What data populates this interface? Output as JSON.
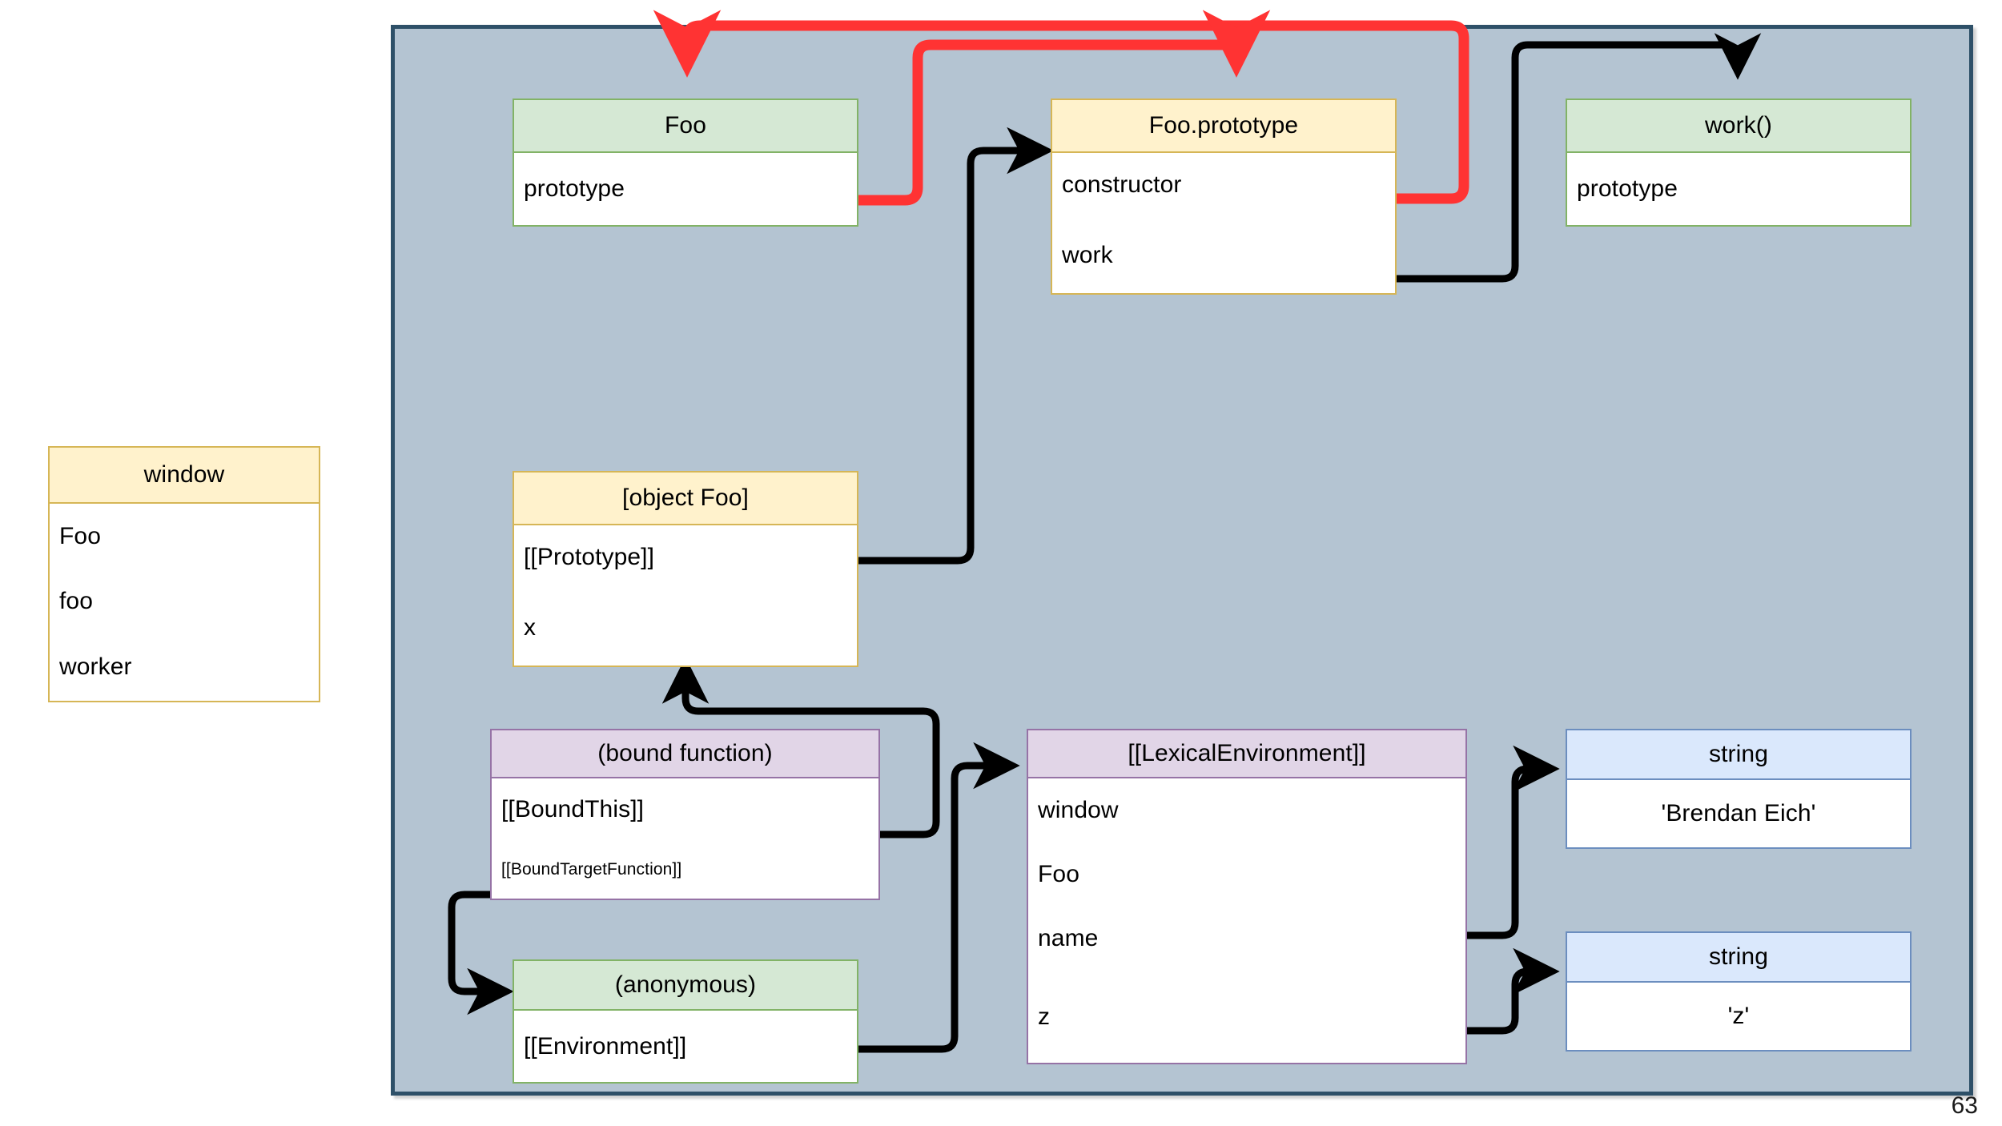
{
  "slide": {
    "page_number": "63",
    "background_color": "#b4c4d2",
    "border_color": "#2e5068"
  },
  "colors": {
    "green_fill": "#d5e8d4",
    "green_stroke": "#82b366",
    "yellow_fill": "#fff2cc",
    "yellow_stroke": "#d6b656",
    "purple_fill": "#e1d5e7",
    "purple_stroke": "#9673a6",
    "blue_fill": "#dae8fc",
    "blue_stroke": "#6c8ebf",
    "link_black": "#000000",
    "link_red": "#ff3333"
  },
  "nodes": {
    "window": {
      "title": "window",
      "rows": [
        "Foo",
        "foo",
        "worker"
      ]
    },
    "foo_ctor": {
      "title": "Foo",
      "rows": [
        "prototype"
      ]
    },
    "foo_prototype": {
      "title": "Foo.prototype",
      "rows": [
        "constructor",
        "work"
      ]
    },
    "work_fn": {
      "title": "work()",
      "rows": [
        "prototype"
      ]
    },
    "object_foo": {
      "title": "[object Foo]",
      "rows": [
        "[[Prototype]]",
        "x"
      ]
    },
    "bound_function": {
      "title": "(bound function)",
      "rows": [
        "[[BoundThis]]",
        "[[BoundTargetFunction]]"
      ]
    },
    "anonymous": {
      "title": "(anonymous)",
      "rows": [
        "[[Environment]]"
      ]
    },
    "lexical_environment": {
      "title": "[[LexicalEnvironment]]",
      "rows": [
        "window",
        "Foo",
        "name",
        "z"
      ]
    },
    "string_brendan": {
      "title": "string",
      "rows": [
        "'Brendan Eich'"
      ]
    },
    "string_z": {
      "title": "string",
      "rows": [
        "'z'"
      ]
    }
  }
}
